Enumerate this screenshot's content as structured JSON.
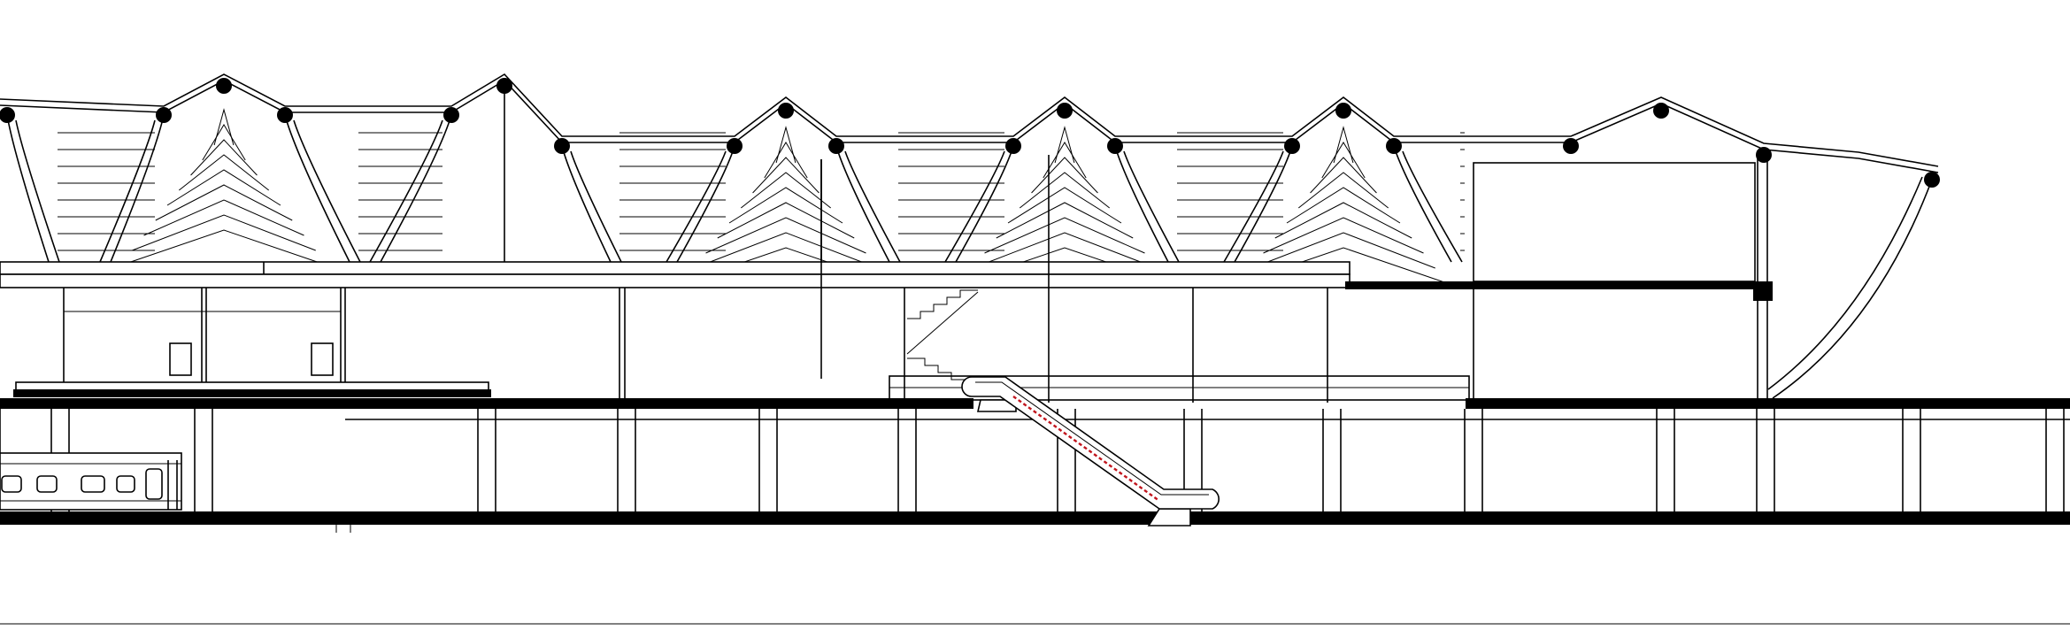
{
  "drawing": {
    "type": "architectural-section",
    "colors": {
      "line": "#000000",
      "background": "#ffffff",
      "accent": "#c0141c"
    },
    "counts": {
      "roof_bays": 7,
      "platform_columns": 20,
      "doors": 2
    },
    "elements": [
      "roof-shells",
      "concourse-slab",
      "platform-slab",
      "escalator",
      "staircase",
      "train",
      "ground-line"
    ]
  }
}
